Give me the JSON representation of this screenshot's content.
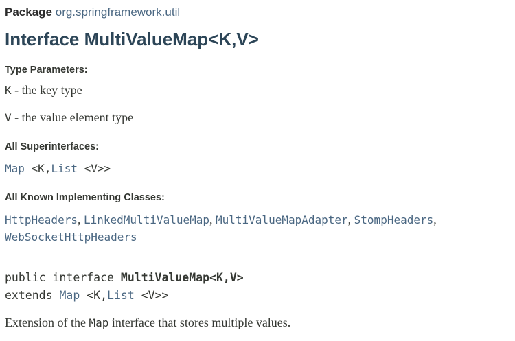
{
  "package": {
    "label": "Package",
    "name": "org.springframework.util"
  },
  "title": "Interface MultiValueMap<K,V>",
  "type_parameters": {
    "heading": "Type Parameters:",
    "items": [
      {
        "name": "K",
        "description": " - the key type"
      },
      {
        "name": "V",
        "description": " - the value element type"
      }
    ]
  },
  "superinterfaces": {
    "heading": "All Superinterfaces:",
    "map": "Map",
    "lt": " <K,",
    "list": "List",
    "rest": " <V>>"
  },
  "implementing_classes": {
    "heading": "All Known Implementing Classes:",
    "classes": [
      "HttpHeaders",
      "LinkedMultiValueMap",
      "MultiValueMapAdapter",
      "StompHeaders",
      "WebSocketHttpHeaders"
    ],
    "separator": ", "
  },
  "signature": {
    "modifiers": "public interface ",
    "name": "MultiValueMap<K,V>",
    "extends_kw": "extends ",
    "map": "Map",
    "lt": " <K,",
    "list": "List",
    "rest": " <V>>"
  },
  "description": {
    "before": "Extension of the ",
    "code": "Map",
    "after": " interface that stores multiple values."
  }
}
